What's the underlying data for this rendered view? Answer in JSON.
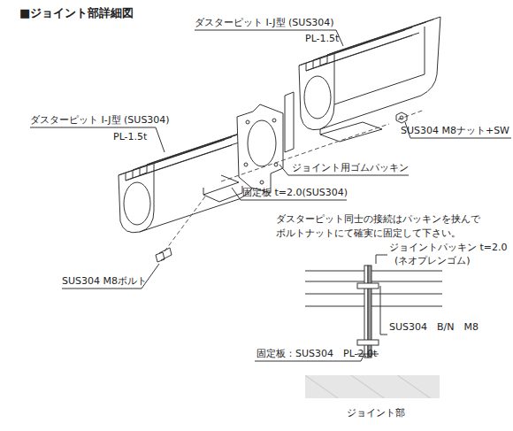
{
  "diagram": {
    "title": "■ジョイント部詳細図",
    "labels": [
      "ダスターピット I-J型 (SUS304)",
      "PL-1.5t",
      "SUS304 M8ナット+SW",
      "ダスターピット I-J型 (SUS304)",
      "PL-1.5t",
      "ジョイント用ゴムパッキン",
      "固定板 t=2.0(SUS304)",
      "ダスターピット同士の接続はパッキンを挟んで ボルトナットにて確実に固定して下さい。",
      "SUS304 M8ボルト",
      "ジョイントパッキン t=2.0",
      "(ネオプレンゴム)",
      "SUS304　B/N　M8",
      "固定板：SUS304　PL-2.0t",
      "ジョイント部"
    ]
  }
}
